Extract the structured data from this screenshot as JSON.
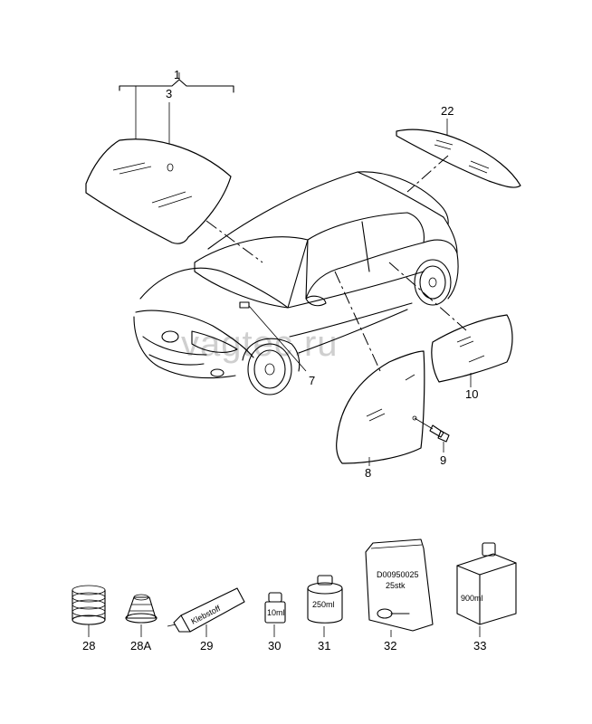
{
  "watermark": "vagtec.ru",
  "callouts": {
    "c1": "1",
    "c3": "3",
    "c22": "22",
    "c7": "7",
    "c10": "10",
    "c9": "9",
    "c8": "8",
    "c28": "28",
    "c28a": "28A",
    "c29": "29",
    "c30": "30",
    "c31": "31",
    "c32": "32",
    "c33": "33"
  },
  "package_labels": {
    "tube": "Klebstoff",
    "bottle_10": "10ml",
    "can_250": "250ml",
    "bag_part": "D00950025",
    "bag_qty": "25stk",
    "box_900": "900ml"
  }
}
